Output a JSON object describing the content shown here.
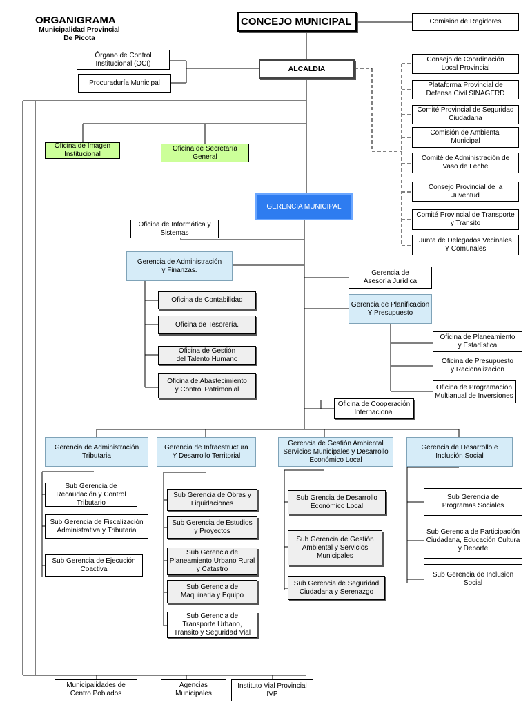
{
  "header": {
    "title": "ORGANIGRAMA",
    "subtitle": "Municipalidad Provincial\nDe Picota"
  },
  "nodes": {
    "concejo": "CONCEJO MUNICIPAL",
    "comision_regidores": "Comisión de Regidores",
    "oci": "Órgano de Control\nInstitucional  (OCI)",
    "procuraduria": "Procuraduría Municipal",
    "alcaldia": "ALCALDIA",
    "imagen": "Oficina de Imagen\nInstitucional",
    "secretaria": "Oficina de Secretaría\nGeneral",
    "gerencia_municipal": "GERENCIA MUNICIPAL",
    "informatica": "Oficina de Informática y\nSistemas",
    "ger_admin_fin": "Gerencia de Administración\ny Finanzas.",
    "contabilidad": "Oficina  de Contabilidad",
    "tesoreria": "Oficina  de Tesorería.",
    "talento": "Oficina de Gestión\ndel Talento Humano",
    "abastecimiento": "Oficina de Abastecimiento\ny Control Patrimonial",
    "asesoria": "Gerencia de\nAsesoría Jurídica",
    "planificacion": "Gerencia de Planificación\nY Presupuesto",
    "planeamiento": "Oficina de  Planeamiento\ny Estadística",
    "presupuesto": "Oficina  de Presupuesto\ny Racionalizacion",
    "programacion": "Oficina de Programación\nMultianual de Inversiones",
    "cooperacion": "Oficina de Cooperación\nInternacional",
    "ger_trib": "Gerencia de Administración\nTributaria",
    "ger_infra": "Gerencia de Infraestructura\nY Desarrollo Territorial",
    "ger_ambiental": "Gerencia de Gestión Ambiental\nServicios Municipales y Desarrollo\nEconómico Local",
    "ger_social": "Gerencia de  Desarrollo e\nInclusión Social",
    "sg_recaudacion": "Sub Gerencia de\nRecaudación y Control\nTributario",
    "sg_fiscalizacion": "Sub Gerencia de Fiscalización\nAdministrativa y Tributaria",
    "sg_coactiva": "Sub Gerencia de Ejecución\nCoactiva",
    "sg_obras": "Sub Gerencia de Obras y\nLiquidaciones",
    "sg_estudios": "Sub Gerencia de Estudios\ny Proyectos",
    "sg_planeamiento": "Sub Gerencia de\nPlaneamiento Urbano Rural\ny Catastro",
    "sg_maquinaria": "Sub Gerencia de\nMaquinaria y Equipo",
    "sg_transporte": "Sub Gerencia de\nTransporte Urbano,\nTransito y Seguridad Vial",
    "sg_desarrollo_eco": "Sub Grencia de Desarrollo\nEconómico Local",
    "sg_gestion_amb": "Sub Gerencia de Gestión\nAmbiental y Servicios\nMunicipales",
    "sg_seguridad": "Sub Gerencia  de Seguridad\nCiudadana y Serenazgo",
    "sg_programas": "Sub Gerencia  de\nProgramas Sociales",
    "sg_participacion": "Sub Gerencia de Participación\nCiudadana, Educación Cultura\ny Deporte",
    "sg_inclusion": "Sub Gerencia de Inclusion\nSocial",
    "centros_poblados": "Municipalidades de\nCentro Poblados",
    "agencias": "Agencias\nMunicipales",
    "ivp": "Instituto Vial Provincial\nIVP"
  },
  "consultive": [
    "Consejo de Coordinación\nLocal Provincial",
    "Plataforma Provincial de\nDefensa Civil SINAGERD",
    "Comité Provincial de Seguridad\nCiudadana",
    "Comisión de Ambiental\nMunicipal",
    "Comité de Administración de\nVaso de Leche",
    "Consejo Provincial de la\nJuventud",
    "Comité Provincial de Transporte\ny Transito",
    "Junta de Delegados Vecinales\nY Comunales"
  ]
}
